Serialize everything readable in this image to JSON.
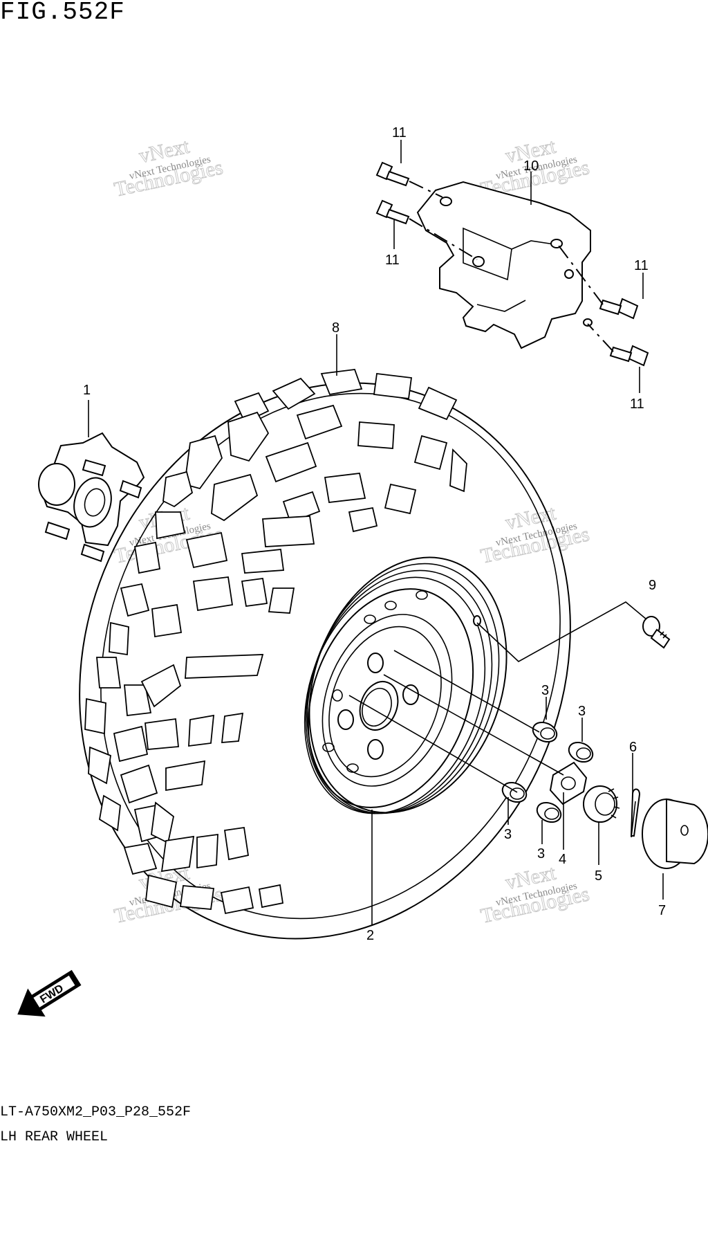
{
  "figure": {
    "title": "FIG.552F",
    "code": "LT-A750XM2_P03_P28_552F",
    "caption": "LH REAR WHEEL"
  },
  "watermark": {
    "small_text": "vNext Technologies",
    "large_line1": "vNext",
    "large_line2": "Technologies"
  },
  "fwd_label": "FWD",
  "callouts": {
    "c1": "1",
    "c2": "2",
    "c3a": "3",
    "c3b": "3",
    "c3c": "3",
    "c3d": "3",
    "c4": "4",
    "c5": "5",
    "c6": "6",
    "c7": "7",
    "c8": "8",
    "c9": "9",
    "c10": "10",
    "c11a": "11",
    "c11b": "11",
    "c11c": "11",
    "c11d": "11"
  },
  "colors": {
    "line": "#000000",
    "background": "#ffffff",
    "watermark": "#8a8a8a"
  }
}
